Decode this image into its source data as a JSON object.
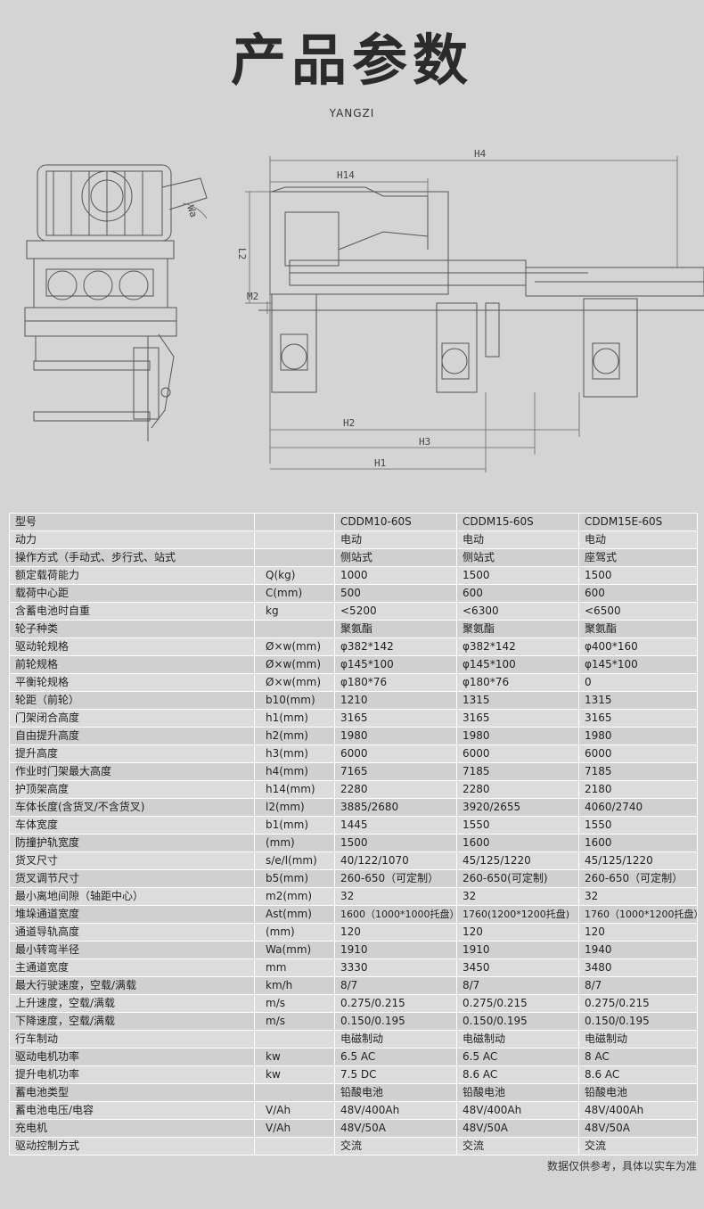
{
  "title": "产品参数",
  "brand": "YANGZI",
  "drawing_labels": {
    "h4": "H4",
    "h14": "H14",
    "l2": "L2",
    "m2": "M2",
    "h2": "H2",
    "h3": "H3",
    "h1": "H1",
    "wa": "Wa"
  },
  "specs": {
    "rows": [
      [
        "型号",
        "",
        "CDDM10-60S",
        "CDDM15-60S",
        "CDDM15E-60S"
      ],
      [
        "动力",
        "",
        "电动",
        "电动",
        "电动"
      ],
      [
        "操作方式（手动式、步行式、站式",
        "",
        "侧站式",
        "侧站式",
        "座驾式"
      ],
      [
        "额定载荷能力",
        "Q(kg)",
        "1000",
        "1500",
        "1500"
      ],
      [
        "载荷中心距",
        "C(mm)",
        "500",
        "600",
        "600"
      ],
      [
        "含蓄电池时自重",
        "kg",
        "<5200",
        "<6300",
        "<6500"
      ],
      [
        "轮子种类",
        "",
        "聚氨酯",
        "聚氨酯",
        "聚氨酯"
      ],
      [
        "驱动轮规格",
        "Ø×w(mm)",
        "φ382*142",
        "φ382*142",
        "φ400*160"
      ],
      [
        "前轮规格",
        "Ø×w(mm)",
        "φ145*100",
        "φ145*100",
        "φ145*100"
      ],
      [
        "平衡轮规格",
        "Ø×w(mm)",
        "φ180*76",
        "φ180*76",
        "0"
      ],
      [
        "轮距（前轮）",
        "b10(mm)",
        "1210",
        "1315",
        "1315"
      ],
      [
        "门架闭合高度",
        "h1(mm)",
        "3165",
        "3165",
        "3165"
      ],
      [
        "自由提升高度",
        "h2(mm)",
        "1980",
        "1980",
        "1980"
      ],
      [
        "提升高度",
        "h3(mm)",
        "6000",
        "6000",
        "6000"
      ],
      [
        "作业时门架最大高度",
        "h4(mm)",
        "7165",
        "7185",
        "7185"
      ],
      [
        "护顶架高度",
        "h14(mm)",
        "2280",
        "2280",
        "2180"
      ],
      [
        "车体长度(含货叉/不含货叉)",
        "l2(mm)",
        "3885/2680",
        "3920/2655",
        "4060/2740"
      ],
      [
        "车体宽度",
        "b1(mm)",
        "1445",
        "1550",
        "1550"
      ],
      [
        "防撞护轨宽度",
        "(mm)",
        "1500",
        "1600",
        "1600"
      ],
      [
        "货叉尺寸",
        "s/e/l(mm)",
        "40/122/1070",
        "45/125/1220",
        "45/125/1220"
      ],
      [
        "货叉调节尺寸",
        "b5(mm)",
        "260-650（可定制）",
        "260-650(可定制)",
        "260-650（可定制）"
      ],
      [
        "最小离地间隙（轴距中心）",
        "m2(mm)",
        "32",
        "32",
        "32"
      ],
      [
        "堆垛通道宽度",
        "Ast(mm)",
        "1600（1000*1000托盘）",
        "1760(1200*1200托盘)",
        "1760（1000*1200托盘）"
      ],
      [
        "通道导轨高度",
        "(mm)",
        "120",
        "120",
        "120"
      ],
      [
        "最小转弯半径",
        "Wa(mm)",
        "1910",
        "1910",
        "1940"
      ],
      [
        "主通道宽度",
        "mm",
        "3330",
        "3450",
        "3480"
      ],
      [
        "最大行驶速度，空载/满载",
        "km/h",
        "8/7",
        "8/7",
        "8/7"
      ],
      [
        "上升速度，空载/满载",
        "m/s",
        "0.275/0.215",
        "0.275/0.215",
        "0.275/0.215"
      ],
      [
        "下降速度，空载/满载",
        "m/s",
        "0.150/0.195",
        "0.150/0.195",
        "0.150/0.195"
      ],
      [
        "行车制动",
        "",
        "电磁制动",
        "电磁制动",
        "电磁制动"
      ],
      [
        "驱动电机功率",
        "kw",
        "6.5 AC",
        "6.5 AC",
        "8 AC"
      ],
      [
        "提升电机功率",
        "kw",
        "7.5 DC",
        "8.6 AC",
        "8.6 AC"
      ],
      [
        "蓄电池类型",
        "",
        "铅酸电池",
        "铅酸电池",
        "铅酸电池"
      ],
      [
        "蓄电池电压/电容",
        "V/Ah",
        "48V/400Ah",
        "48V/400Ah",
        "48V/400Ah"
      ],
      [
        "充电机",
        "V/Ah",
        "48V/50A",
        "48V/50A",
        "48V/50A"
      ],
      [
        "驱动控制方式",
        "",
        "交流",
        "交流",
        "交流"
      ]
    ]
  },
  "note": "数据仅供参考，具体以实车为准"
}
